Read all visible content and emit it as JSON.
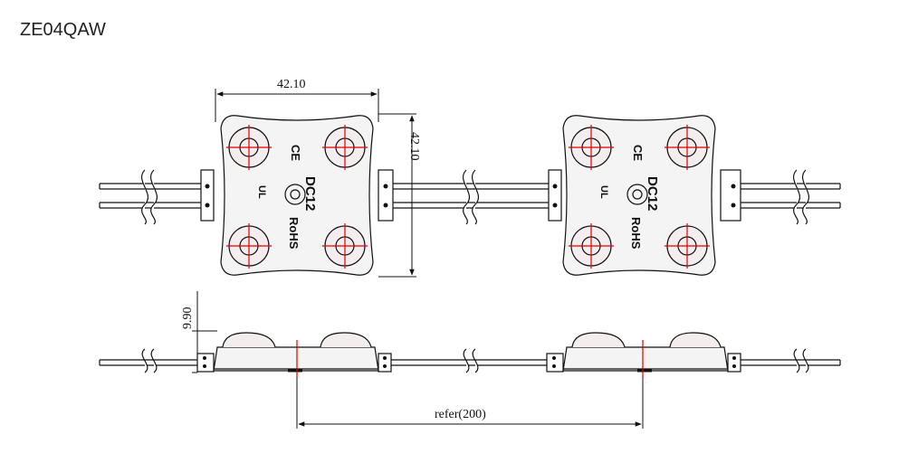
{
  "title": "ZE04QAW",
  "dimensions": {
    "width": "42.10",
    "height": "42.10",
    "thickness": "9.90",
    "spacing": "refer(200)"
  },
  "module_markings": {
    "voltage": "DC12",
    "rohs": "RoHS",
    "ce": "CE",
    "ul": "UL"
  },
  "colors": {
    "line": "#111111",
    "crosshair": "#e00000",
    "led_fill": "#f4eded",
    "body_fill": "#f4f4f4"
  }
}
